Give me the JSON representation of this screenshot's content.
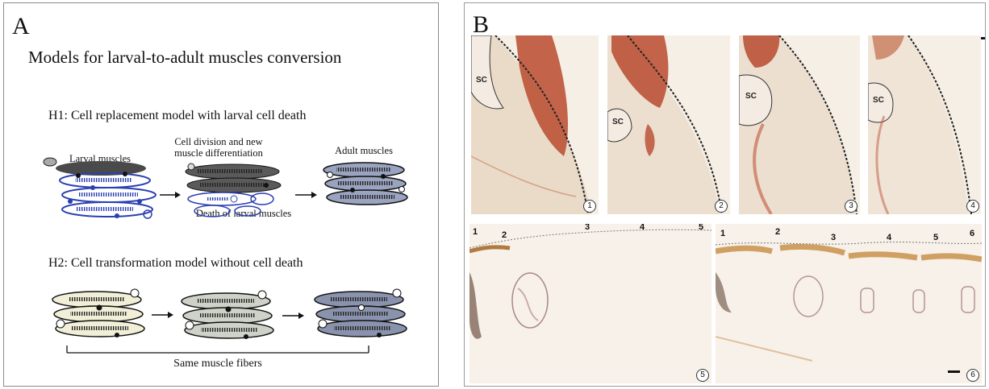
{
  "panel_a": {
    "label": "A",
    "title": "Models for larval-to-adult muscles conversion",
    "h1": {
      "heading": "H1: Cell replacement model with larval cell death",
      "stage1": "Larval muscles",
      "stage2_line1": "Cell division and new",
      "stage2_line2": "muscle differentiation",
      "stage2_bottom": "Death of larval muscles",
      "stage3": "Adult muscles"
    },
    "h2": {
      "heading": "H2: Cell transformation model without cell death",
      "bracket_label": "Same muscle fibers"
    },
    "colors": {
      "larval_outline": "#2b3fb0",
      "adult_fill": "#9aa4c0",
      "h2_light_fill": "#f2efd8",
      "dark_fiber": "#4a4a4a"
    }
  },
  "panel_b": {
    "label": "B",
    "sections": [
      "1",
      "2",
      "3",
      "4",
      "5",
      "6"
    ],
    "sc_label": "SC",
    "section5_markers": [
      "1",
      "2",
      "3",
      "4",
      "5"
    ],
    "section6_markers": [
      "1",
      "2",
      "3",
      "4",
      "5",
      "6"
    ],
    "colors": {
      "stain": "#c0563a",
      "tissue": "#eadbc8",
      "background": "#f6efe6"
    }
  }
}
